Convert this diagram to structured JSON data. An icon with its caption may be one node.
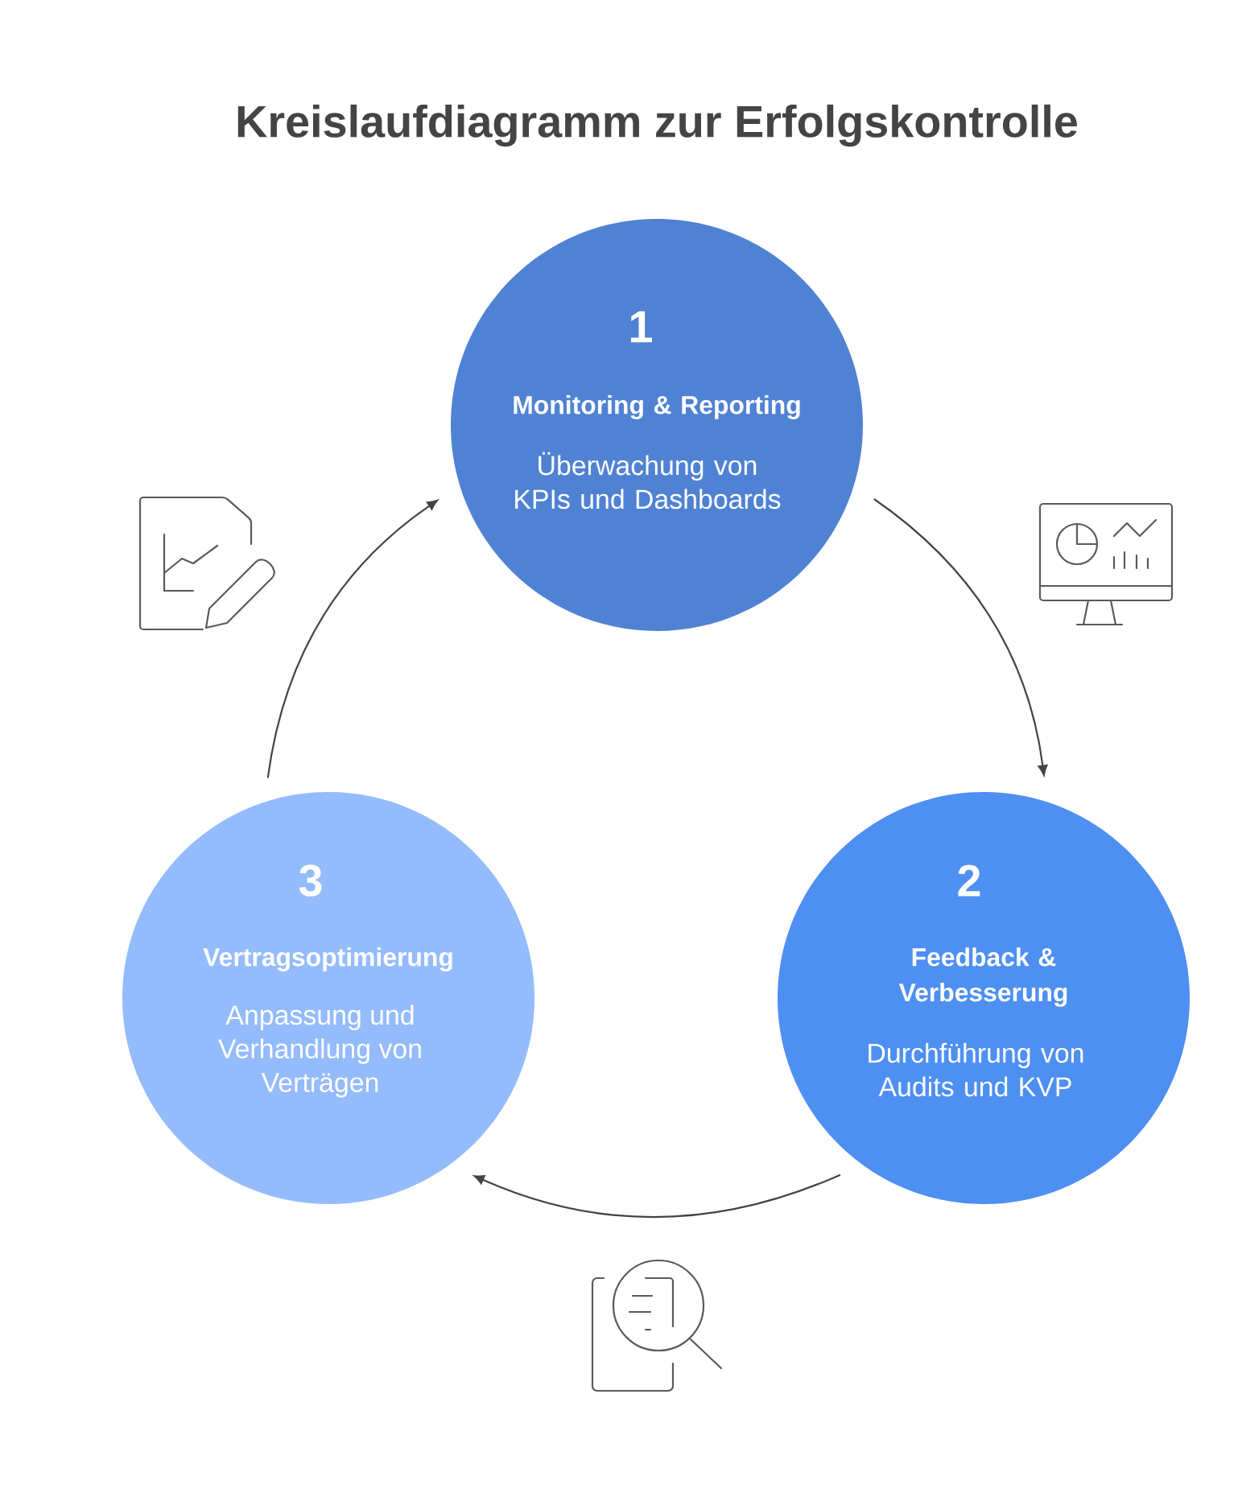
{
  "diagram": {
    "title": "Kreislaufdiagramm zur Erfolgskontrolle",
    "nodes": [
      {
        "text": [
          "1",
          "Monitoring & Reporting",
          "Überwachung von KPIs und Dashboards"
        ]
      },
      {
        "text": [
          "2",
          "Feedback & Verbesserung",
          "Durchführung von Audits und KVP"
        ]
      },
      {
        "text": [
          "3",
          "Vertragsoptimierung",
          "Anpassung und Verhandlung von Verträgen"
        ]
      }
    ],
    "edges": [
      {
        "from": 0,
        "to": 1,
        "arrow": "to"
      },
      {
        "from": 1,
        "to": 2,
        "arrow": "to"
      },
      {
        "from": 2,
        "to": 0,
        "arrow": "to"
      }
    ]
  }
}
